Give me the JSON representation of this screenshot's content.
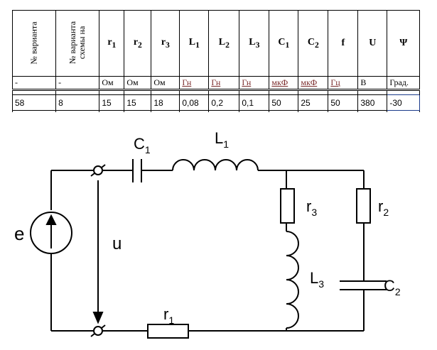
{
  "table": {
    "col_variant": "№ варианта",
    "col_scheme_1": "№ варианта",
    "col_scheme_2": "схемы на",
    "headers": {
      "r1": {
        "base": "r",
        "sub": "1"
      },
      "r2": {
        "base": "r",
        "sub": "2"
      },
      "r3": {
        "base": "r",
        "sub": "3"
      },
      "L1": {
        "base": "L",
        "sub": "1"
      },
      "L2": {
        "base": "L",
        "sub": "2"
      },
      "L3": {
        "base": "L",
        "sub": "3"
      },
      "C1": {
        "base": "C",
        "sub": "1"
      },
      "C2": {
        "base": "C",
        "sub": "2"
      },
      "f": "f",
      "U": "U",
      "psi": "Ψ"
    },
    "units": [
      "-",
      "-",
      "Ом",
      "Ом",
      "Ом",
      "Гн",
      "Гн",
      "Гн",
      "мкФ",
      "мкФ",
      "Гц",
      "В",
      "Град."
    ],
    "values": [
      "58",
      "8",
      "15",
      "15",
      "18",
      "0,08",
      "0,2",
      "0,1",
      "50",
      "25",
      "50",
      "380",
      "-30"
    ]
  },
  "circuit": {
    "labels": {
      "C1": {
        "base": "C",
        "sub": "1"
      },
      "L1": {
        "base": "L",
        "sub": "1"
      },
      "r3": {
        "base": "r",
        "sub": "3"
      },
      "r2": {
        "base": "r",
        "sub": "2"
      },
      "L3": {
        "base": "L",
        "sub": "3"
      },
      "C2": {
        "base": "C",
        "sub": "2"
      },
      "r1": {
        "base": "r",
        "sub": "1"
      },
      "e": "e",
      "u": "u"
    }
  }
}
